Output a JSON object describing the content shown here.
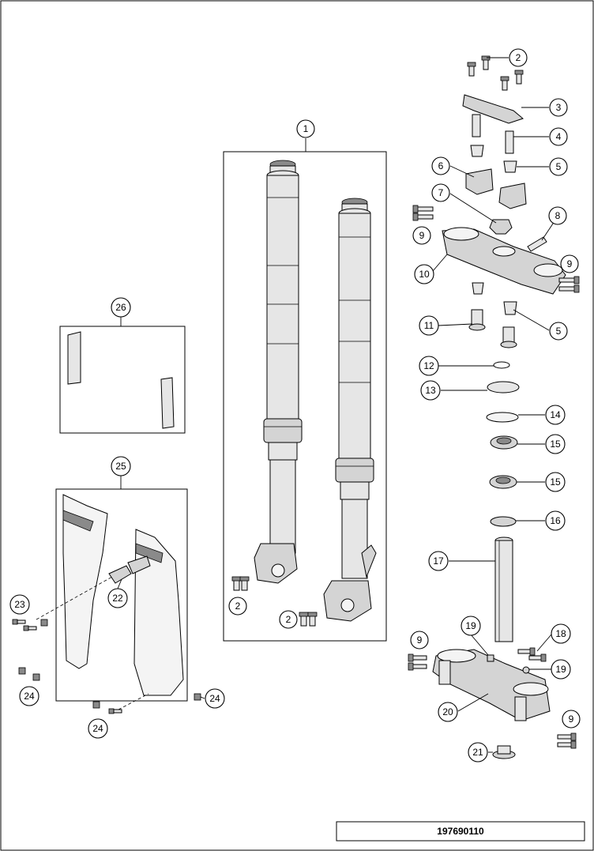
{
  "callouts": [
    {
      "id": "c1",
      "label": "1"
    },
    {
      "id": "c2a",
      "label": "2"
    },
    {
      "id": "c2b",
      "label": "2"
    },
    {
      "id": "c2c",
      "label": "2"
    },
    {
      "id": "c3",
      "label": "3"
    },
    {
      "id": "c4",
      "label": "4"
    },
    {
      "id": "c5a",
      "label": "5"
    },
    {
      "id": "c5b",
      "label": "5"
    },
    {
      "id": "c6",
      "label": "6"
    },
    {
      "id": "c7",
      "label": "7"
    },
    {
      "id": "c8",
      "label": "8"
    },
    {
      "id": "c9a",
      "label": "9"
    },
    {
      "id": "c9b",
      "label": "9"
    },
    {
      "id": "c9c",
      "label": "9"
    },
    {
      "id": "c9d",
      "label": "9"
    },
    {
      "id": "c10",
      "label": "10"
    },
    {
      "id": "c11",
      "label": "11"
    },
    {
      "id": "c12",
      "label": "12"
    },
    {
      "id": "c13",
      "label": "13"
    },
    {
      "id": "c14",
      "label": "14"
    },
    {
      "id": "c15a",
      "label": "15"
    },
    {
      "id": "c15b",
      "label": "15"
    },
    {
      "id": "c16",
      "label": "16"
    },
    {
      "id": "c17",
      "label": "17"
    },
    {
      "id": "c18",
      "label": "18"
    },
    {
      "id": "c19a",
      "label": "19"
    },
    {
      "id": "c19b",
      "label": "19"
    },
    {
      "id": "c20",
      "label": "20"
    },
    {
      "id": "c21",
      "label": "21"
    },
    {
      "id": "c22",
      "label": "22"
    },
    {
      "id": "c23",
      "label": "23"
    },
    {
      "id": "c24a",
      "label": "24"
    },
    {
      "id": "c24b",
      "label": "24"
    },
    {
      "id": "c24c",
      "label": "24"
    },
    {
      "id": "c25",
      "label": "25"
    },
    {
      "id": "c26",
      "label": "26"
    }
  ],
  "reference_number": "197690110"
}
